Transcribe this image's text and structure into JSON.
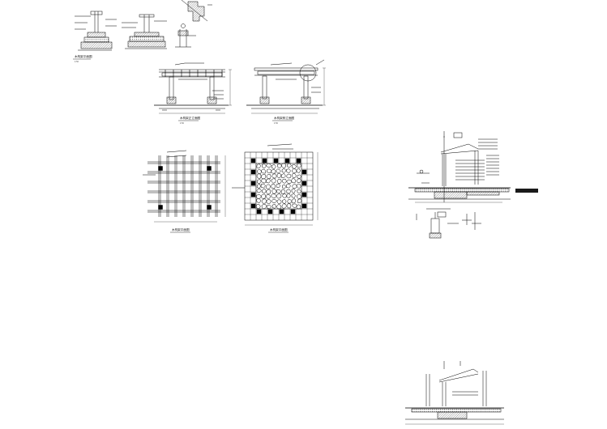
{
  "drawing": {
    "caption_foundation_plan": "木构架平面图",
    "caption_front_elevation": "木构架正立面图",
    "caption_side_elevation": "木构架侧立面图",
    "caption_framing_plan": "木构架平面图",
    "caption_paving_plan": "木构架平面图",
    "scale_note": "1:50"
  },
  "colors": {
    "line": "#000000",
    "hatch": "#222222",
    "black_bar": "#1a1a1a"
  }
}
